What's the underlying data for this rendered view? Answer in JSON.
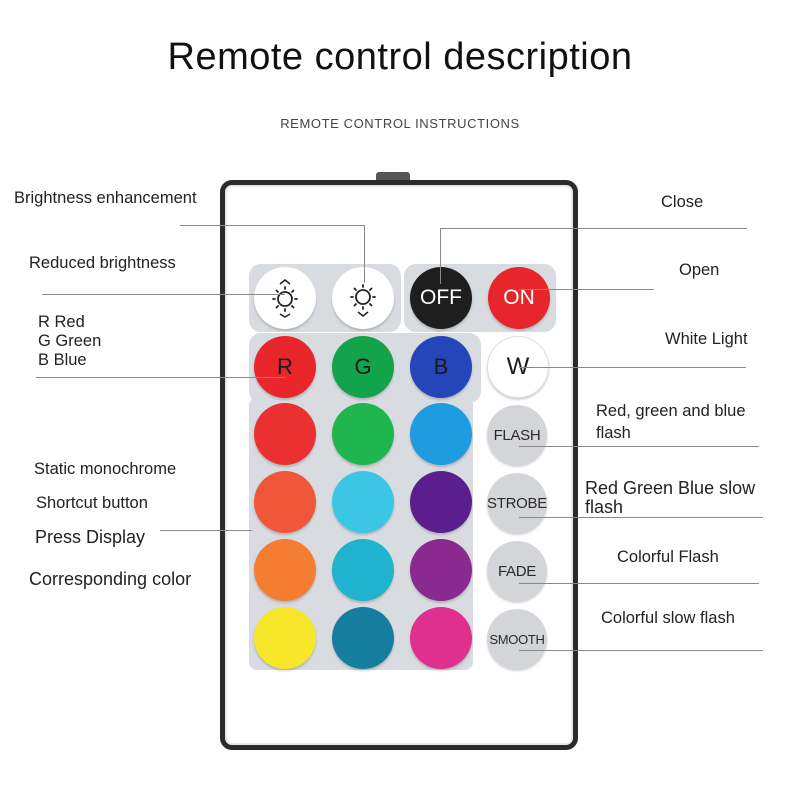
{
  "title": "Remote control description",
  "subtitle": "REMOTE CONTROL INSTRUCTIONS",
  "labels": {
    "brightness_up": "Brightness enhancement",
    "brightness_down": "Reduced brightness",
    "rgb_r": "R Red",
    "rgb_g": "G Green",
    "rgb_b": "B Blue",
    "static_1": "Static monochrome",
    "static_2": "Shortcut button",
    "static_3": "Press Display",
    "static_4": "Corresponding color",
    "close": "Close",
    "open": "Open",
    "white_light": "White Light",
    "flash_1": "Red, green and blue",
    "flash_2": "flash",
    "strobe_1": "Red Green Blue slow",
    "strobe_2": "flash",
    "fade": "Colorful Flash",
    "smooth": "Colorful slow flash"
  },
  "buttons": {
    "off": "OFF",
    "on": "ON",
    "r": "R",
    "g": "G",
    "b": "B",
    "w": "W",
    "flash": "FLASH",
    "strobe": "STROBE",
    "fade": "FADE",
    "smooth": "SMOOTH"
  },
  "colors": {
    "red": "#e9262b",
    "green": "#13a34a",
    "blue": "#2446b8",
    "grid": [
      [
        "#ea3030",
        "#1fb64f",
        "#1f9be0"
      ],
      [
        "#f0573a",
        "#3cc6e6",
        "#5a1f8c"
      ],
      [
        "#f47d32",
        "#1fb3cf",
        "#8a2a90"
      ],
      [
        "#f7e62a",
        "#157e9e",
        "#e0308f"
      ]
    ]
  },
  "icons": [
    "brightness-up-icon",
    "brightness-down-icon"
  ]
}
